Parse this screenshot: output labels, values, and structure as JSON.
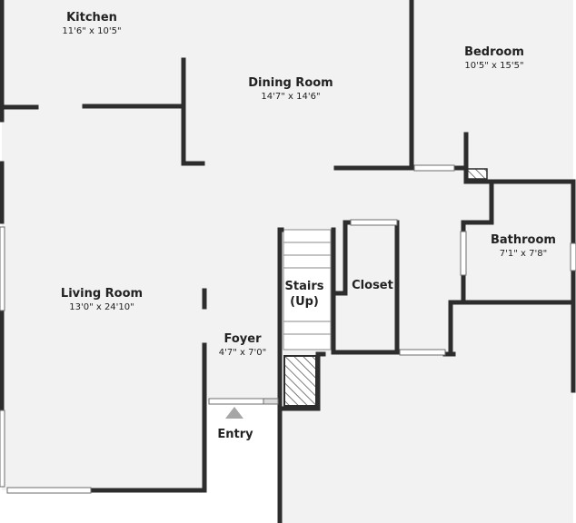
{
  "plan": {
    "colors": {
      "floor": "#f2f2f2",
      "wall": "#2d2d2d",
      "window": "#ffffff",
      "hatch": "#444444",
      "entry_marker": "#a6a6a6"
    },
    "rooms": [
      {
        "id": "kitchen",
        "name": "Kitchen",
        "dims": "11'6\" x 10'5\""
      },
      {
        "id": "dining-room",
        "name": "Dining Room",
        "dims": "14'7\" x 14'6\""
      },
      {
        "id": "bedroom",
        "name": "Bedroom",
        "dims": "10'5\" x 15'5\""
      },
      {
        "id": "bathroom",
        "name": "Bathroom",
        "dims": "7'1\" x 7'8\""
      },
      {
        "id": "living-room",
        "name": "Living Room",
        "dims": "13'0\" x 24'10\""
      },
      {
        "id": "foyer",
        "name": "Foyer",
        "dims": "4'7\" x 7'0\""
      }
    ],
    "stairs": {
      "line1": "Stairs",
      "line2": "(Up)"
    },
    "closet": {
      "name": "Closet"
    },
    "entry": {
      "label": "Entry",
      "icon": "entry-arrow-icon"
    }
  }
}
